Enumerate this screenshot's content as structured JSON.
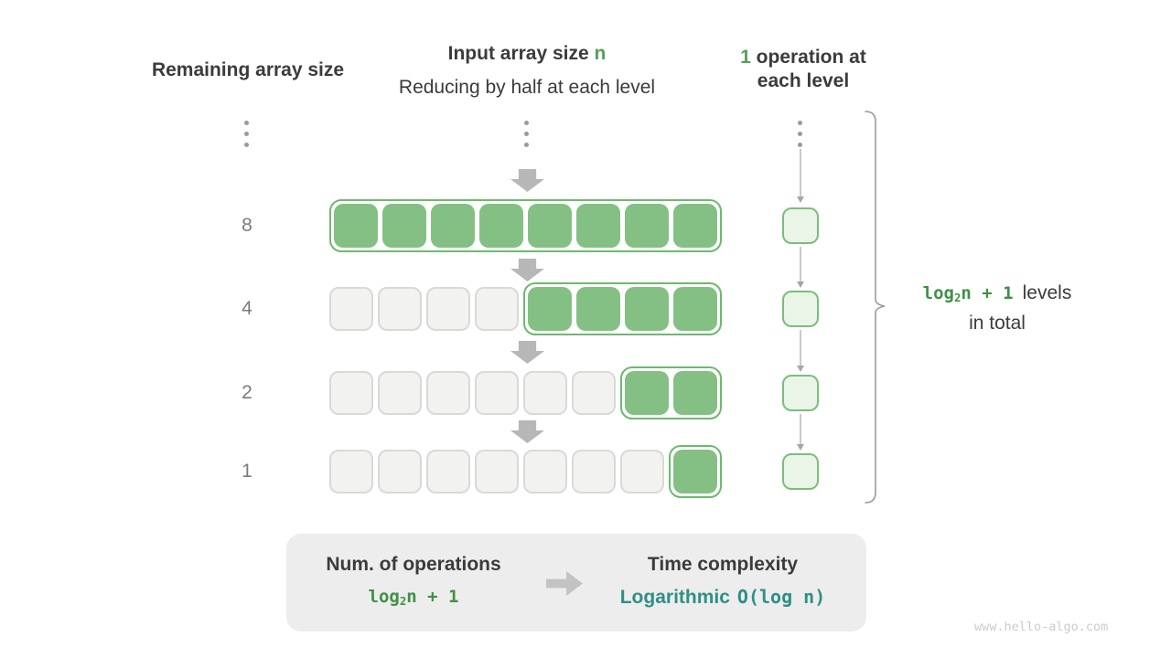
{
  "headers": {
    "remaining": "Remaining array size",
    "input_prefix": "Input array size ",
    "input_n": "n",
    "input_subtitle": "Reducing by half at each level",
    "ops_count": "1",
    "ops_line1_rest": " operation at",
    "ops_line2": "each level"
  },
  "levels": {
    "remaining_sizes": [
      "8",
      "4",
      "2",
      "1"
    ],
    "rows": [
      {
        "total": 8,
        "green": 8
      },
      {
        "total": 8,
        "green": 4
      },
      {
        "total": 8,
        "green": 2
      },
      {
        "total": 8,
        "green": 1
      }
    ]
  },
  "brace_annotation": {
    "formula": {
      "prefix": "log",
      "sub": "2",
      "suffix": "n + 1"
    },
    "line1_text": "levels",
    "line2_text": "in total"
  },
  "summary": {
    "operations_title": "Num. of operations",
    "operations_formula": {
      "prefix": "log",
      "sub": "2",
      "suffix": "n + 1"
    },
    "complexity_title": "Time complexity",
    "complexity_name": "Logarithmic",
    "complexity_bigo": "O(log n)"
  },
  "watermark": "www.hello-algo.com",
  "icons": {
    "down_arrow": "arrow-down",
    "right_arrow": "arrow-right",
    "ellipsis": "vertical-ellipsis",
    "brace": "curly-brace-right",
    "connector": "thin-down-arrow"
  },
  "colors": {
    "highlight_green_text": "#55a05a",
    "formula_green_text": "#3f9144",
    "teal_text": "#2f8f85",
    "cell_green_fill": "#84c084",
    "group_outline_green": "#6cba6c",
    "op_box_fill": "#eaf4e7",
    "op_box_border": "#7cbd7c",
    "gray_cell_fill": "#f2f2f1",
    "gray_cell_border": "#d9d9d7",
    "chunky_arrow_gray": "#b7b7b7",
    "summary_arrow_gray": "#c3c3c3",
    "thin_line_gray": "#a6a6a6",
    "brace_gray": "#9b9b9b",
    "text_dark": "#3b3b3b",
    "number_gray": "#7b7b7b",
    "panel_bg": "#ededed",
    "watermark_gray": "#cbcbcb"
  }
}
